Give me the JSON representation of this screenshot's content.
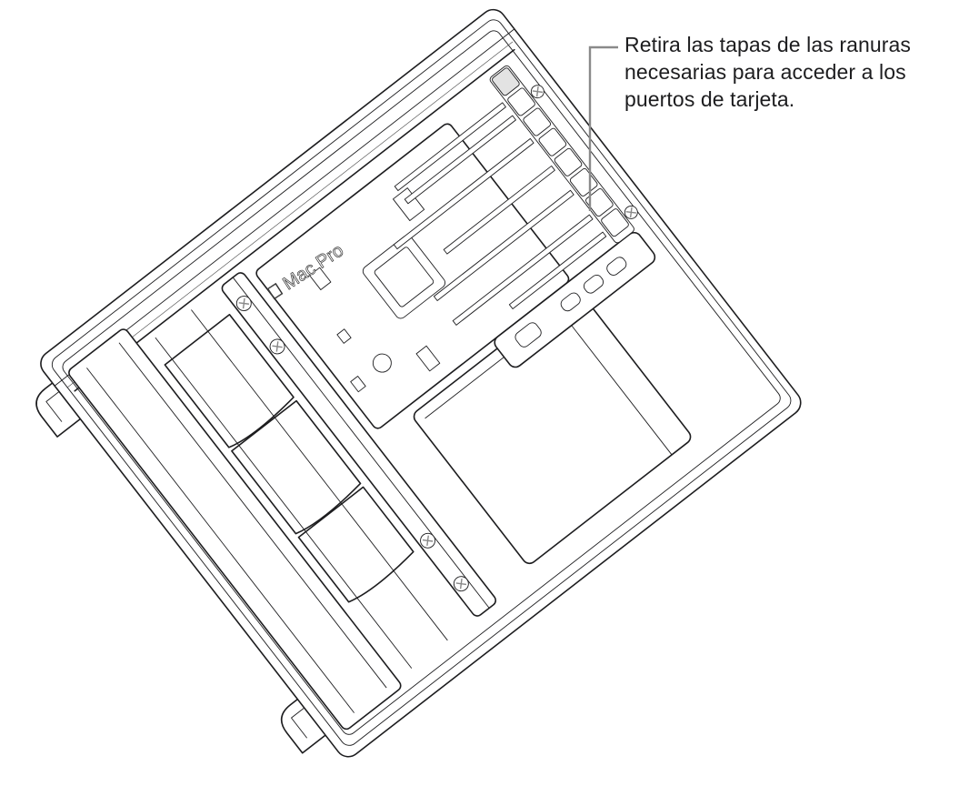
{
  "figure": {
    "subject": "Mac Pro interior, top view with side cover removed",
    "product_label": "Mac Pro",
    "logo_icon": "apple-logo-icon",
    "colors": {
      "line": "#1d1d1f",
      "highlight": "#e3e3e3",
      "leader": "#8a8a8a",
      "background": "#ffffff"
    }
  },
  "callout": {
    "lines": [
      "Retira las tapas de las ranuras",
      "necesarias para acceder a los",
      "puertos de tarjeta."
    ],
    "target": "slot-covers (highlighted top slot cover)"
  },
  "components": {
    "pcie_slot_covers_count": 8,
    "pcie_slots_visible": 7,
    "io_ports_on_bracket": [
      "usb-c",
      "usb-c",
      "usb-c",
      "usb-a"
    ],
    "screws_visible": 6
  }
}
